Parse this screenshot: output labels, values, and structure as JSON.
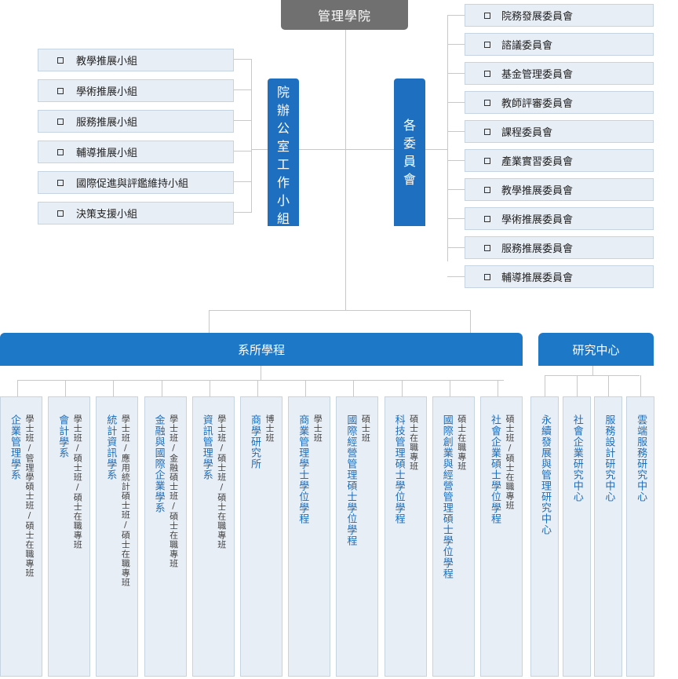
{
  "root": {
    "label": "管理學院"
  },
  "left_box": {
    "chars": [
      "院",
      "辦",
      "公",
      "室",
      "工",
      "作",
      "小",
      "組"
    ]
  },
  "right_box": {
    "chars": [
      "各",
      "委",
      "員",
      "會"
    ]
  },
  "left_items": [
    "教學推展小組",
    "學術推展小組",
    "服務推展小組",
    "輔導推展小組",
    "國際促進與評鑑維持小組",
    "決策支援小組"
  ],
  "right_items": [
    "院務發展委員會",
    "諮議委員會",
    "基金管理委員會",
    "教師評審委員會",
    "課程委員會",
    "產業實習委員會",
    "教學推展委員會",
    "學術推展委員會",
    "服務推展委員會",
    "輔導推展委員會"
  ],
  "dept_band": {
    "label": "系所學程"
  },
  "center_band": {
    "label": "研究中心"
  },
  "departments": [
    {
      "name": "企業管理學系",
      "programs": "學士班/管理學碩士班/碩士在職專班"
    },
    {
      "name": "會計學系",
      "programs": "學士班/碩士班/碩士在職專班"
    },
    {
      "name": "統計資訊學系",
      "programs": "學士班/應用統計碩士班/碩士在職專班"
    },
    {
      "name": "金融與國際企業學系",
      "programs": "學士班/金融碩士班/碩士在職專班"
    },
    {
      "name": "資訊管理學系",
      "programs": "學士班/碩士班/碩士在職專班"
    },
    {
      "name": "商學研究所",
      "programs": "博士班"
    },
    {
      "name": "商業管理學士學位學程",
      "programs": "學士班"
    },
    {
      "name": "國際經營管理碩士學位學程",
      "programs": "碩士班"
    },
    {
      "name": "科技管理碩士學位學程",
      "programs": "碩士在職專班"
    },
    {
      "name": "國際創業與經營管理碩士學位學程",
      "programs": "碩士在職專班"
    },
    {
      "name": "社會企業碩士學位學程",
      "programs": "碩士班/碩士在職專班"
    }
  ],
  "centers": [
    "永續發展與管理研究中心",
    "社會企業研究中心",
    "服務設計研究中心",
    "雲端服務研究中心"
  ]
}
